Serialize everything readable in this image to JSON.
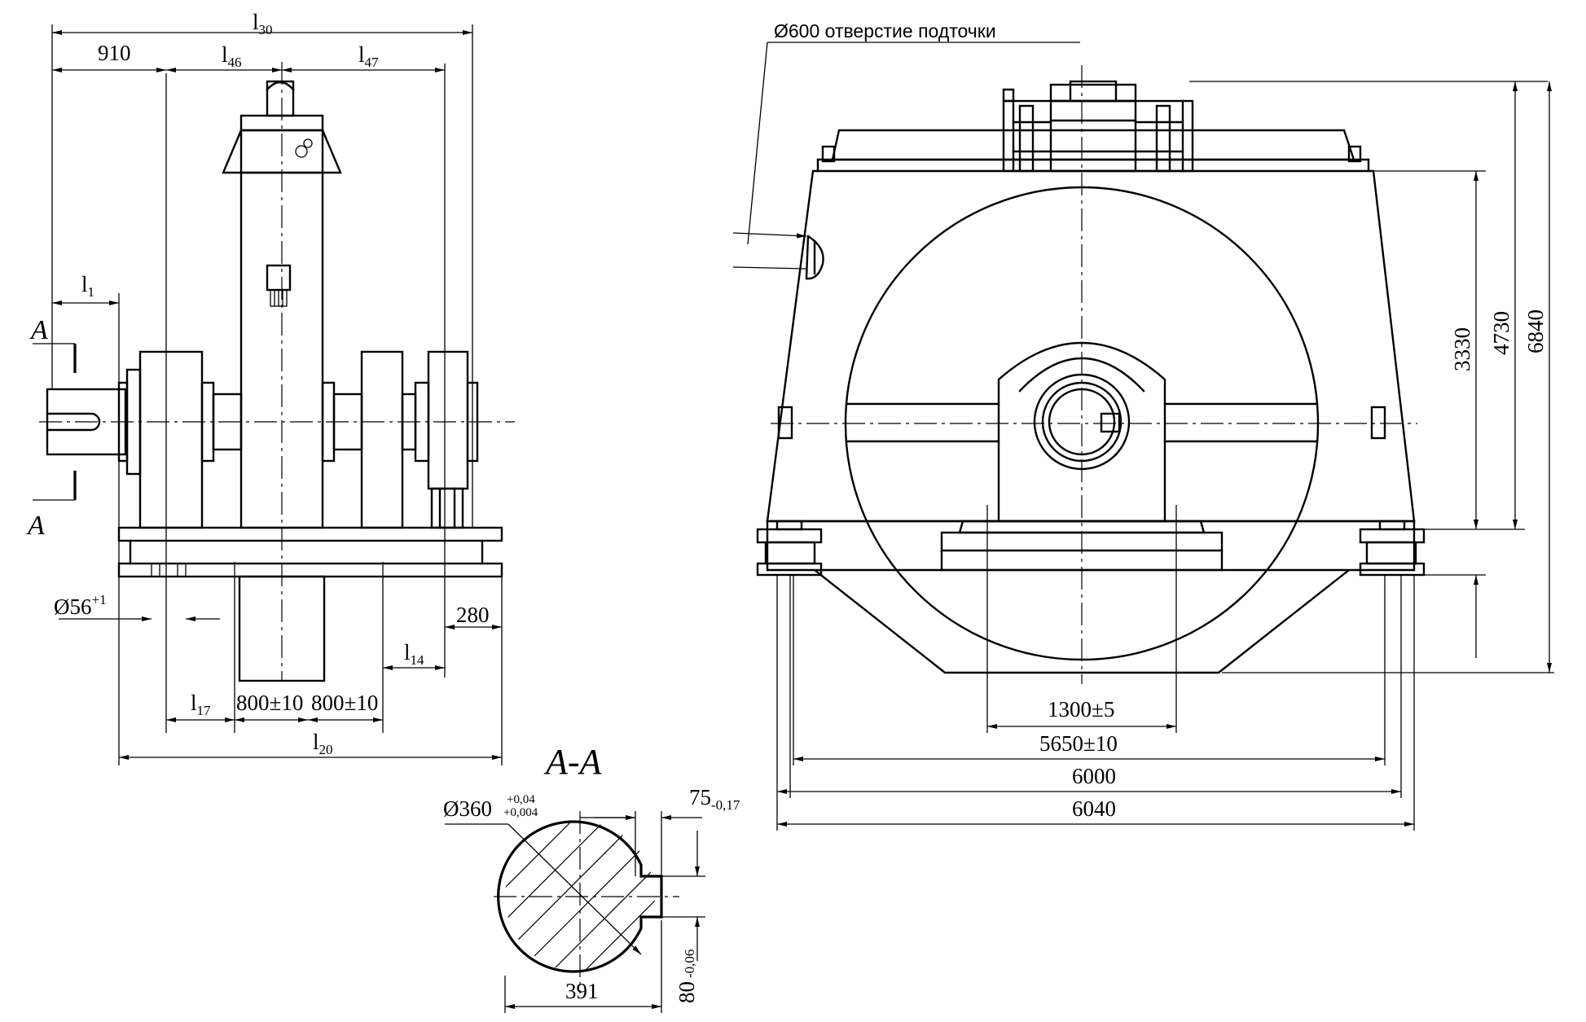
{
  "drawing": {
    "section_title": "A-A",
    "section_marks": [
      "A",
      "A"
    ],
    "note_bore": "Ø600 отверстие подточки",
    "left_view": {
      "dims": {
        "l30": "l",
        "l30_sub": "30",
        "d910": "910",
        "l46": "l",
        "l46_sub": "46",
        "l47": "l",
        "l47_sub": "47",
        "l1": "l",
        "l1_sub": "1",
        "d56": "Ø56",
        "d56_tol": "+1",
        "d280": "280",
        "l14": "l",
        "l14_sub": "14",
        "l17": "l",
        "l17_sub": "17",
        "d800a": "800±10",
        "d800b": "800±10",
        "l20": "l",
        "l20_sub": "20"
      }
    },
    "right_view": {
      "dims": {
        "h3330": "3330",
        "h4730": "4730",
        "h6840": "6840",
        "w1300": "1300±5",
        "w5650": "5650±10",
        "w6000": "6000",
        "w6040": "6040"
      }
    },
    "section_view": {
      "dims": {
        "d360": "Ø360",
        "d360_tol_upper": "+0,04",
        "d360_tol_lower": "+0,004",
        "k75": "75",
        "k75_tol": "-0,17",
        "k80": "80",
        "k80_tol": "-0,06",
        "w391": "391"
      }
    }
  }
}
